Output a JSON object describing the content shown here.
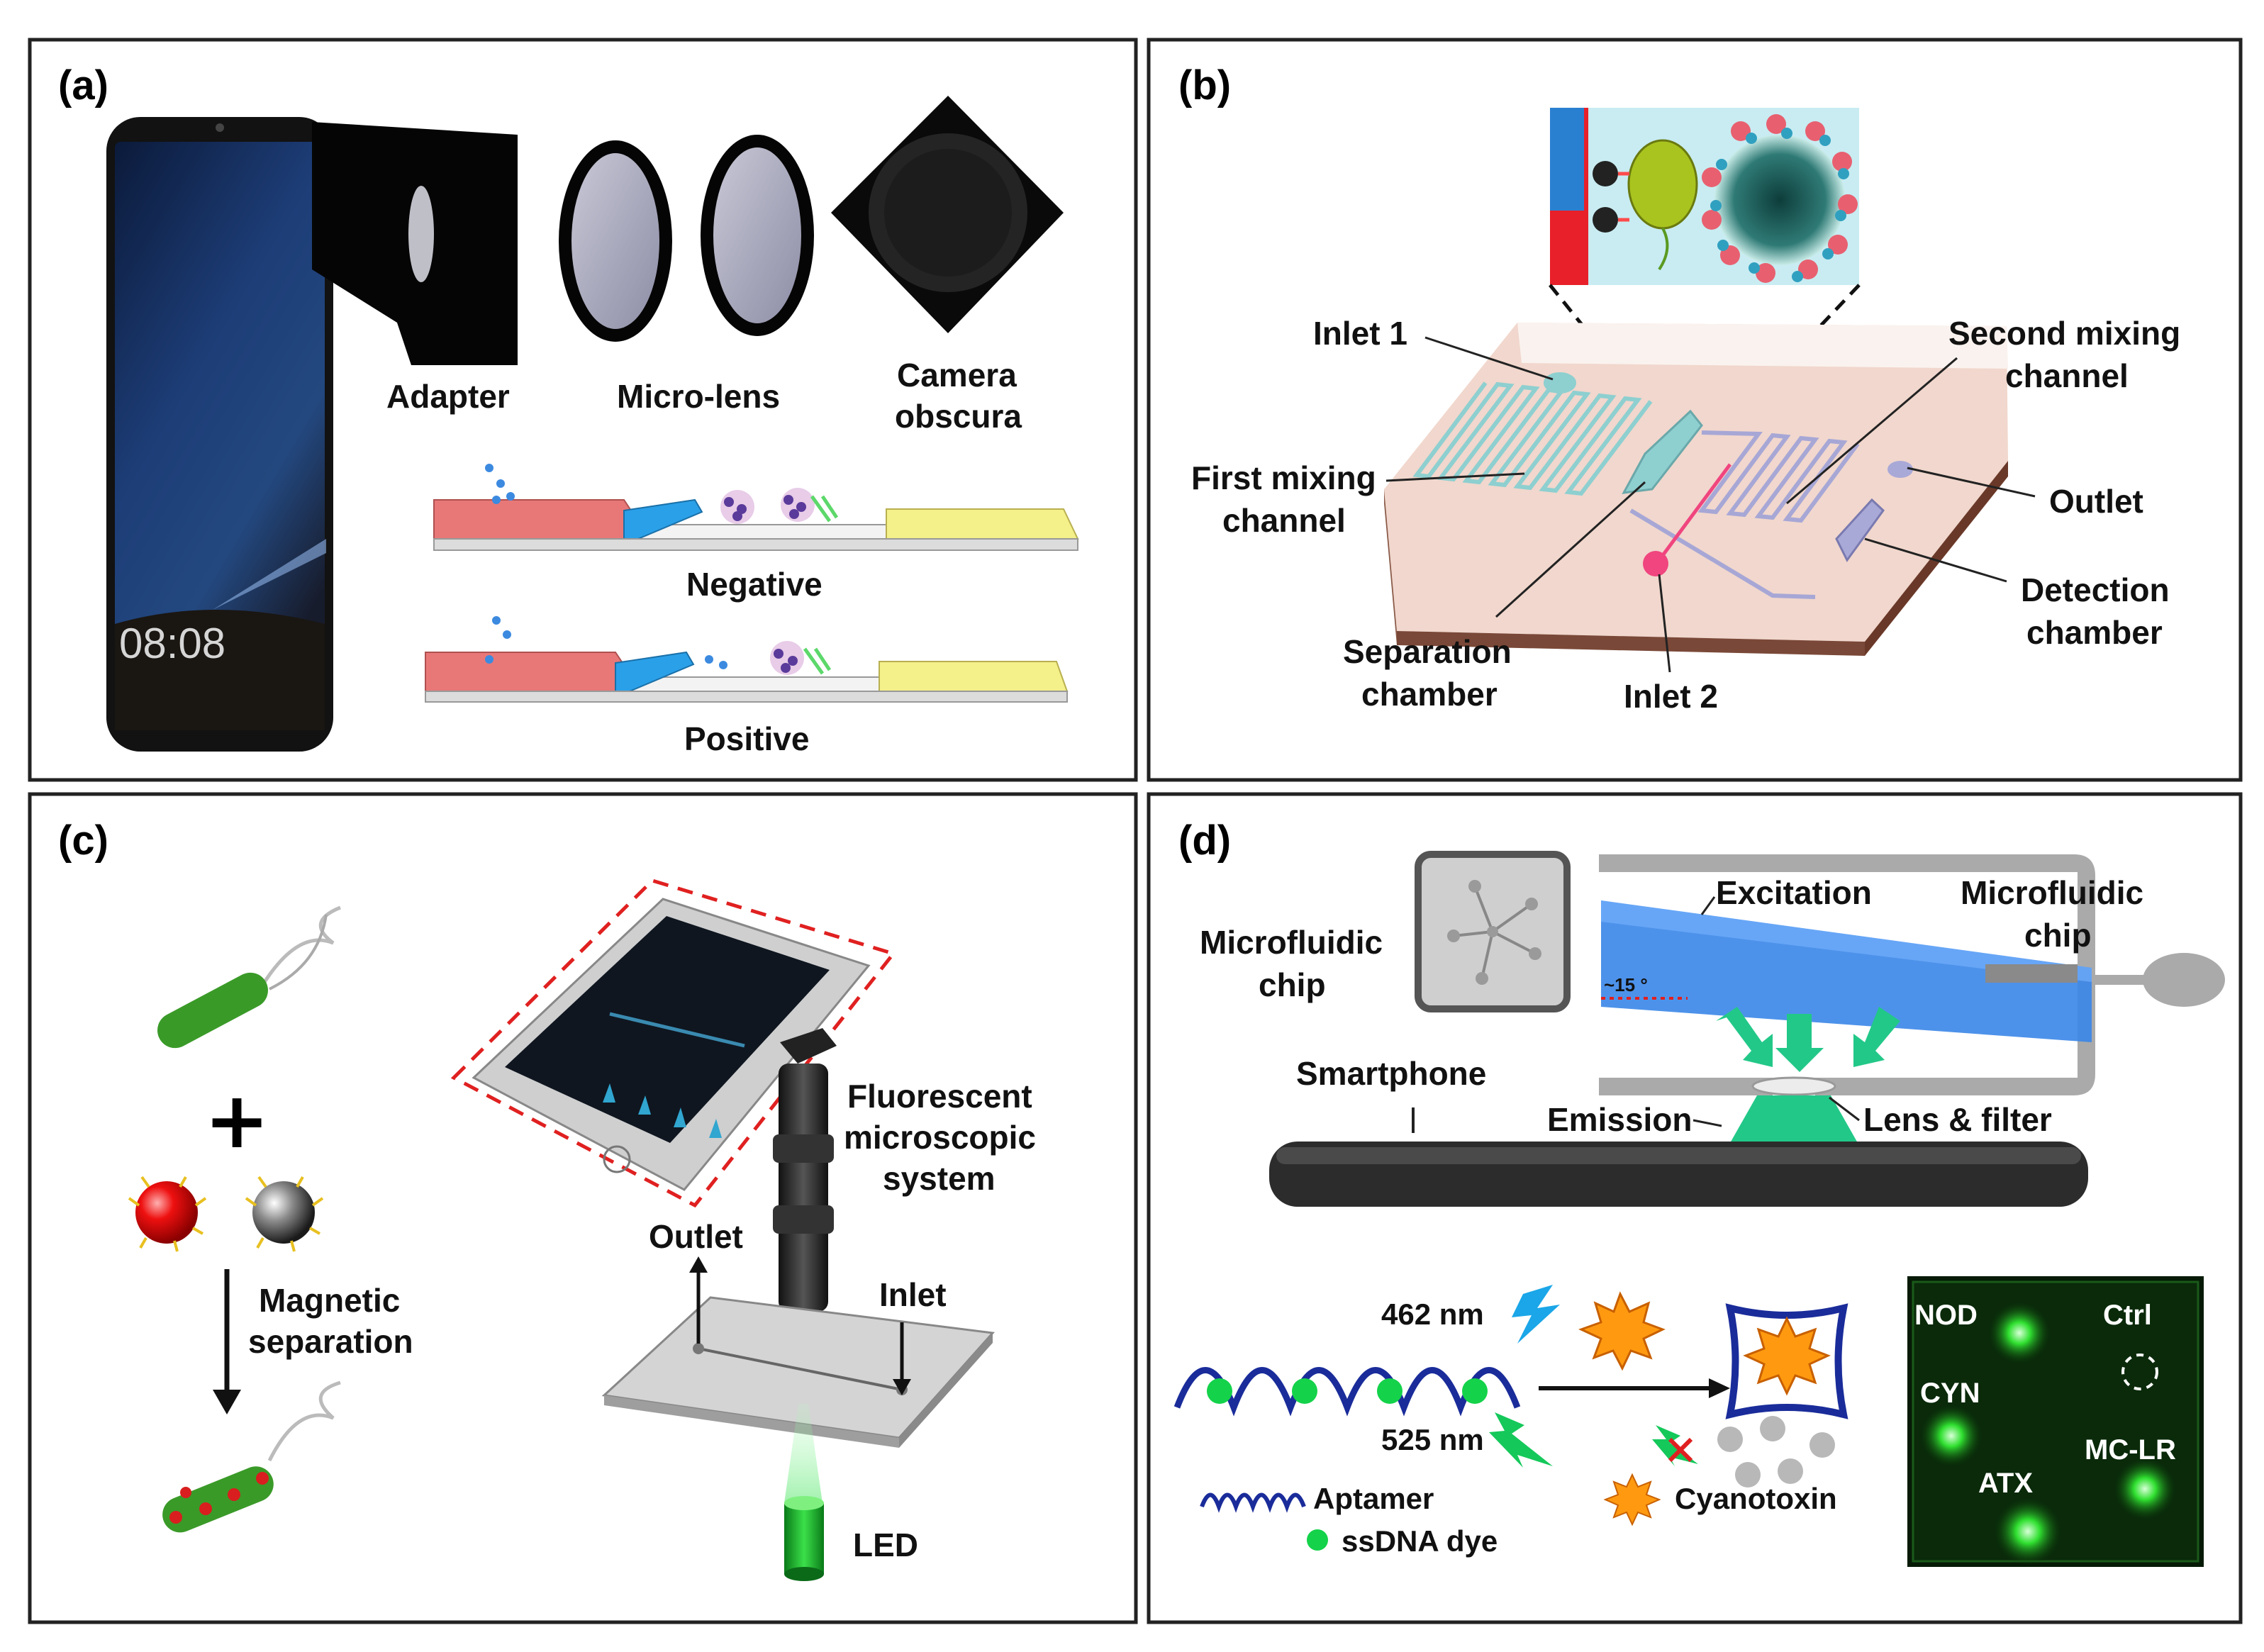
{
  "panels": {
    "a": {
      "label": "(a)",
      "clock": "08:08",
      "adapter": "Adapter",
      "micro_lens": "Micro-lens",
      "camera_line1": "Camera",
      "camera_line2": "obscura",
      "negative": "Negative",
      "positive": "Positive"
    },
    "b": {
      "label": "(b)",
      "inlet1": "Inlet 1",
      "second_line1": "Second mixing",
      "second_line2": "channel",
      "first_line1": "First mixing",
      "first_line2": "channel",
      "outlet": "Outlet",
      "detection_line1": "Detection",
      "detection_line2": "chamber",
      "separation_line1": "Separation",
      "separation_line2": "chamber",
      "inlet2": "Inlet 2"
    },
    "c": {
      "label": "(c)",
      "plus": "+",
      "magnetic_line1": "Magnetic",
      "magnetic_line2": "separation",
      "fluor_line1": "Fluorescent",
      "fluor_line2": "microscopic",
      "fluor_line3": "system",
      "outlet": "Outlet",
      "inlet": "Inlet",
      "led": "LED"
    },
    "d": {
      "label": "(d)",
      "chip_left_line1": "Microfluidic",
      "chip_left_line2": "chip",
      "excitation": "Excitation",
      "chip_right_line1": "Microfluidic",
      "chip_right_line2": "chip",
      "angle": "~15 °",
      "smartphone": "Smartphone",
      "emission": "Emission",
      "lens_filter": "Lens & filter",
      "nm462": "462 nm",
      "nm525": "525 nm",
      "aptamer": "Aptamer",
      "ssdna": "ssDNA dye",
      "cyanotoxin": "Cyanotoxin",
      "nod": "NOD",
      "ctrl": "Ctrl",
      "cyn": "CYN",
      "mclr": "MC-LR",
      "atx": "ATX"
    }
  },
  "colors": {
    "border": "#222222",
    "strip_pink": "#e87878",
    "strip_blue": "#2aa0e8",
    "strip_yellow": "#f4f08a",
    "chip_base": "#f3ddd4",
    "channel": "#8ecfd0",
    "inlet2_pink": "#f0457f",
    "excitation_blue": "#3a86e8",
    "emission_green": "#22c888",
    "dna_blue": "#1a2c9a",
    "dye_green": "#14d24a",
    "toxin_orange": "#ff9a10",
    "red_dash": "#e02020"
  }
}
